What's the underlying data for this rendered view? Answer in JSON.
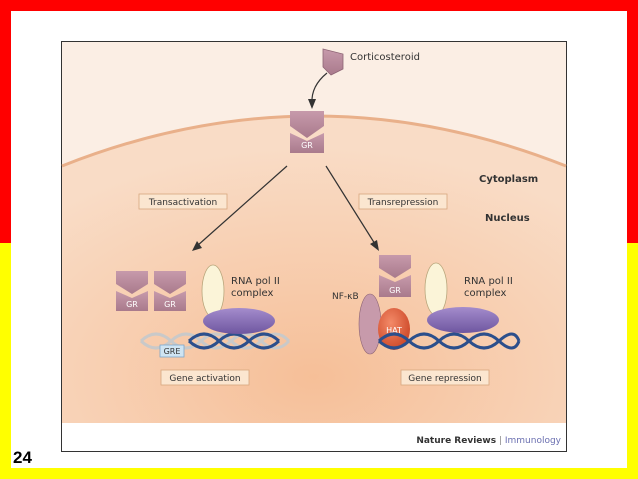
{
  "slide": {
    "number": "24"
  },
  "diagram": {
    "corticosteroid": "Corticosteroid",
    "gr": "GR",
    "cytoplasm": "Cytoplasm",
    "nucleus": "Nucleus",
    "transactivation": "Transactivation",
    "transrepression": "Transrepression",
    "rna_pol_line1": "RNA pol II",
    "rna_pol_line2": "complex",
    "gre": "GRE",
    "nfkb": "NF-κB",
    "hat": "HAT",
    "gene_activation": "Gene activation",
    "gene_repression": "Gene repression",
    "credit_journal": "Nature Reviews",
    "credit_sep": " | ",
    "credit_field": "Immunology"
  },
  "colors": {
    "frame_red": "#ff0000",
    "frame_yellow": "#ffff00",
    "cytoplasm_bg": "#fbefe6",
    "nucleus_bg": "#f7c9a6",
    "gr_fill": "#b98a9c",
    "hat_fill": "#e05a3a",
    "polymerase_fill": "#8e74b8",
    "dna_blue": "#2c4f8c",
    "journal_accent": "#6a6fb0"
  }
}
